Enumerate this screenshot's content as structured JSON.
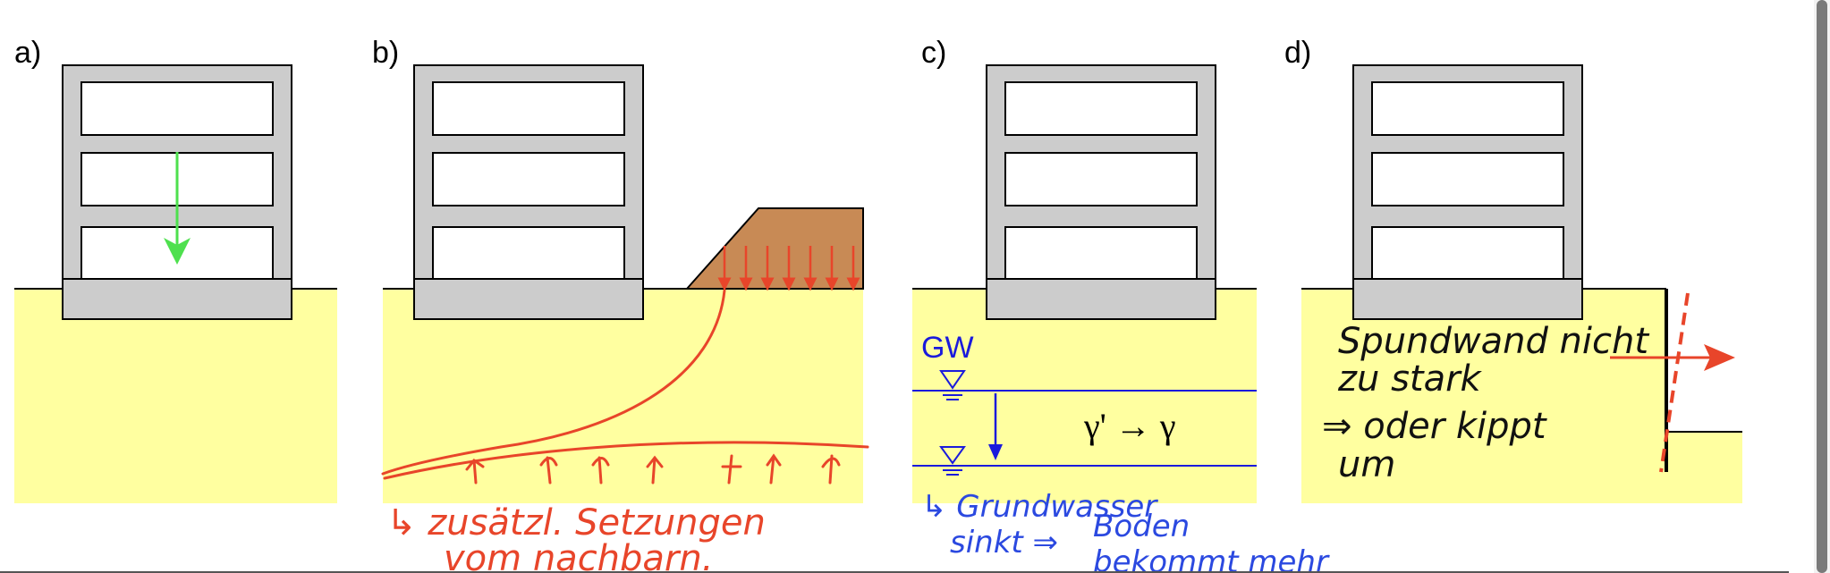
{
  "panels": {
    "a": {
      "label": "a)"
    },
    "b": {
      "label": "b)",
      "note_line1": "↳ zusätzl. Setzungen",
      "note_line2": "vom nachbarn."
    },
    "c": {
      "label": "c)",
      "gw_label": "GW",
      "gamma_label": "γ' → γ",
      "note_line1": "↳ Grundwasser",
      "note_line2a": "sinkt ⇒",
      "note_line2b": "Boden",
      "note_line3": "bekommt mehr"
    },
    "d": {
      "label": "d)",
      "note_line1": "Spundwand nicht",
      "note_line2": "zu stark",
      "note_line3": "⇒ oder kippt",
      "note_line4": "um"
    }
  },
  "colors": {
    "soil": "#ffffa0",
    "building": "#cccccc",
    "embankment": "#c88a55",
    "green_arrow": "#4ee04e",
    "red": "#e8452a",
    "blue": "#1a1adc"
  }
}
